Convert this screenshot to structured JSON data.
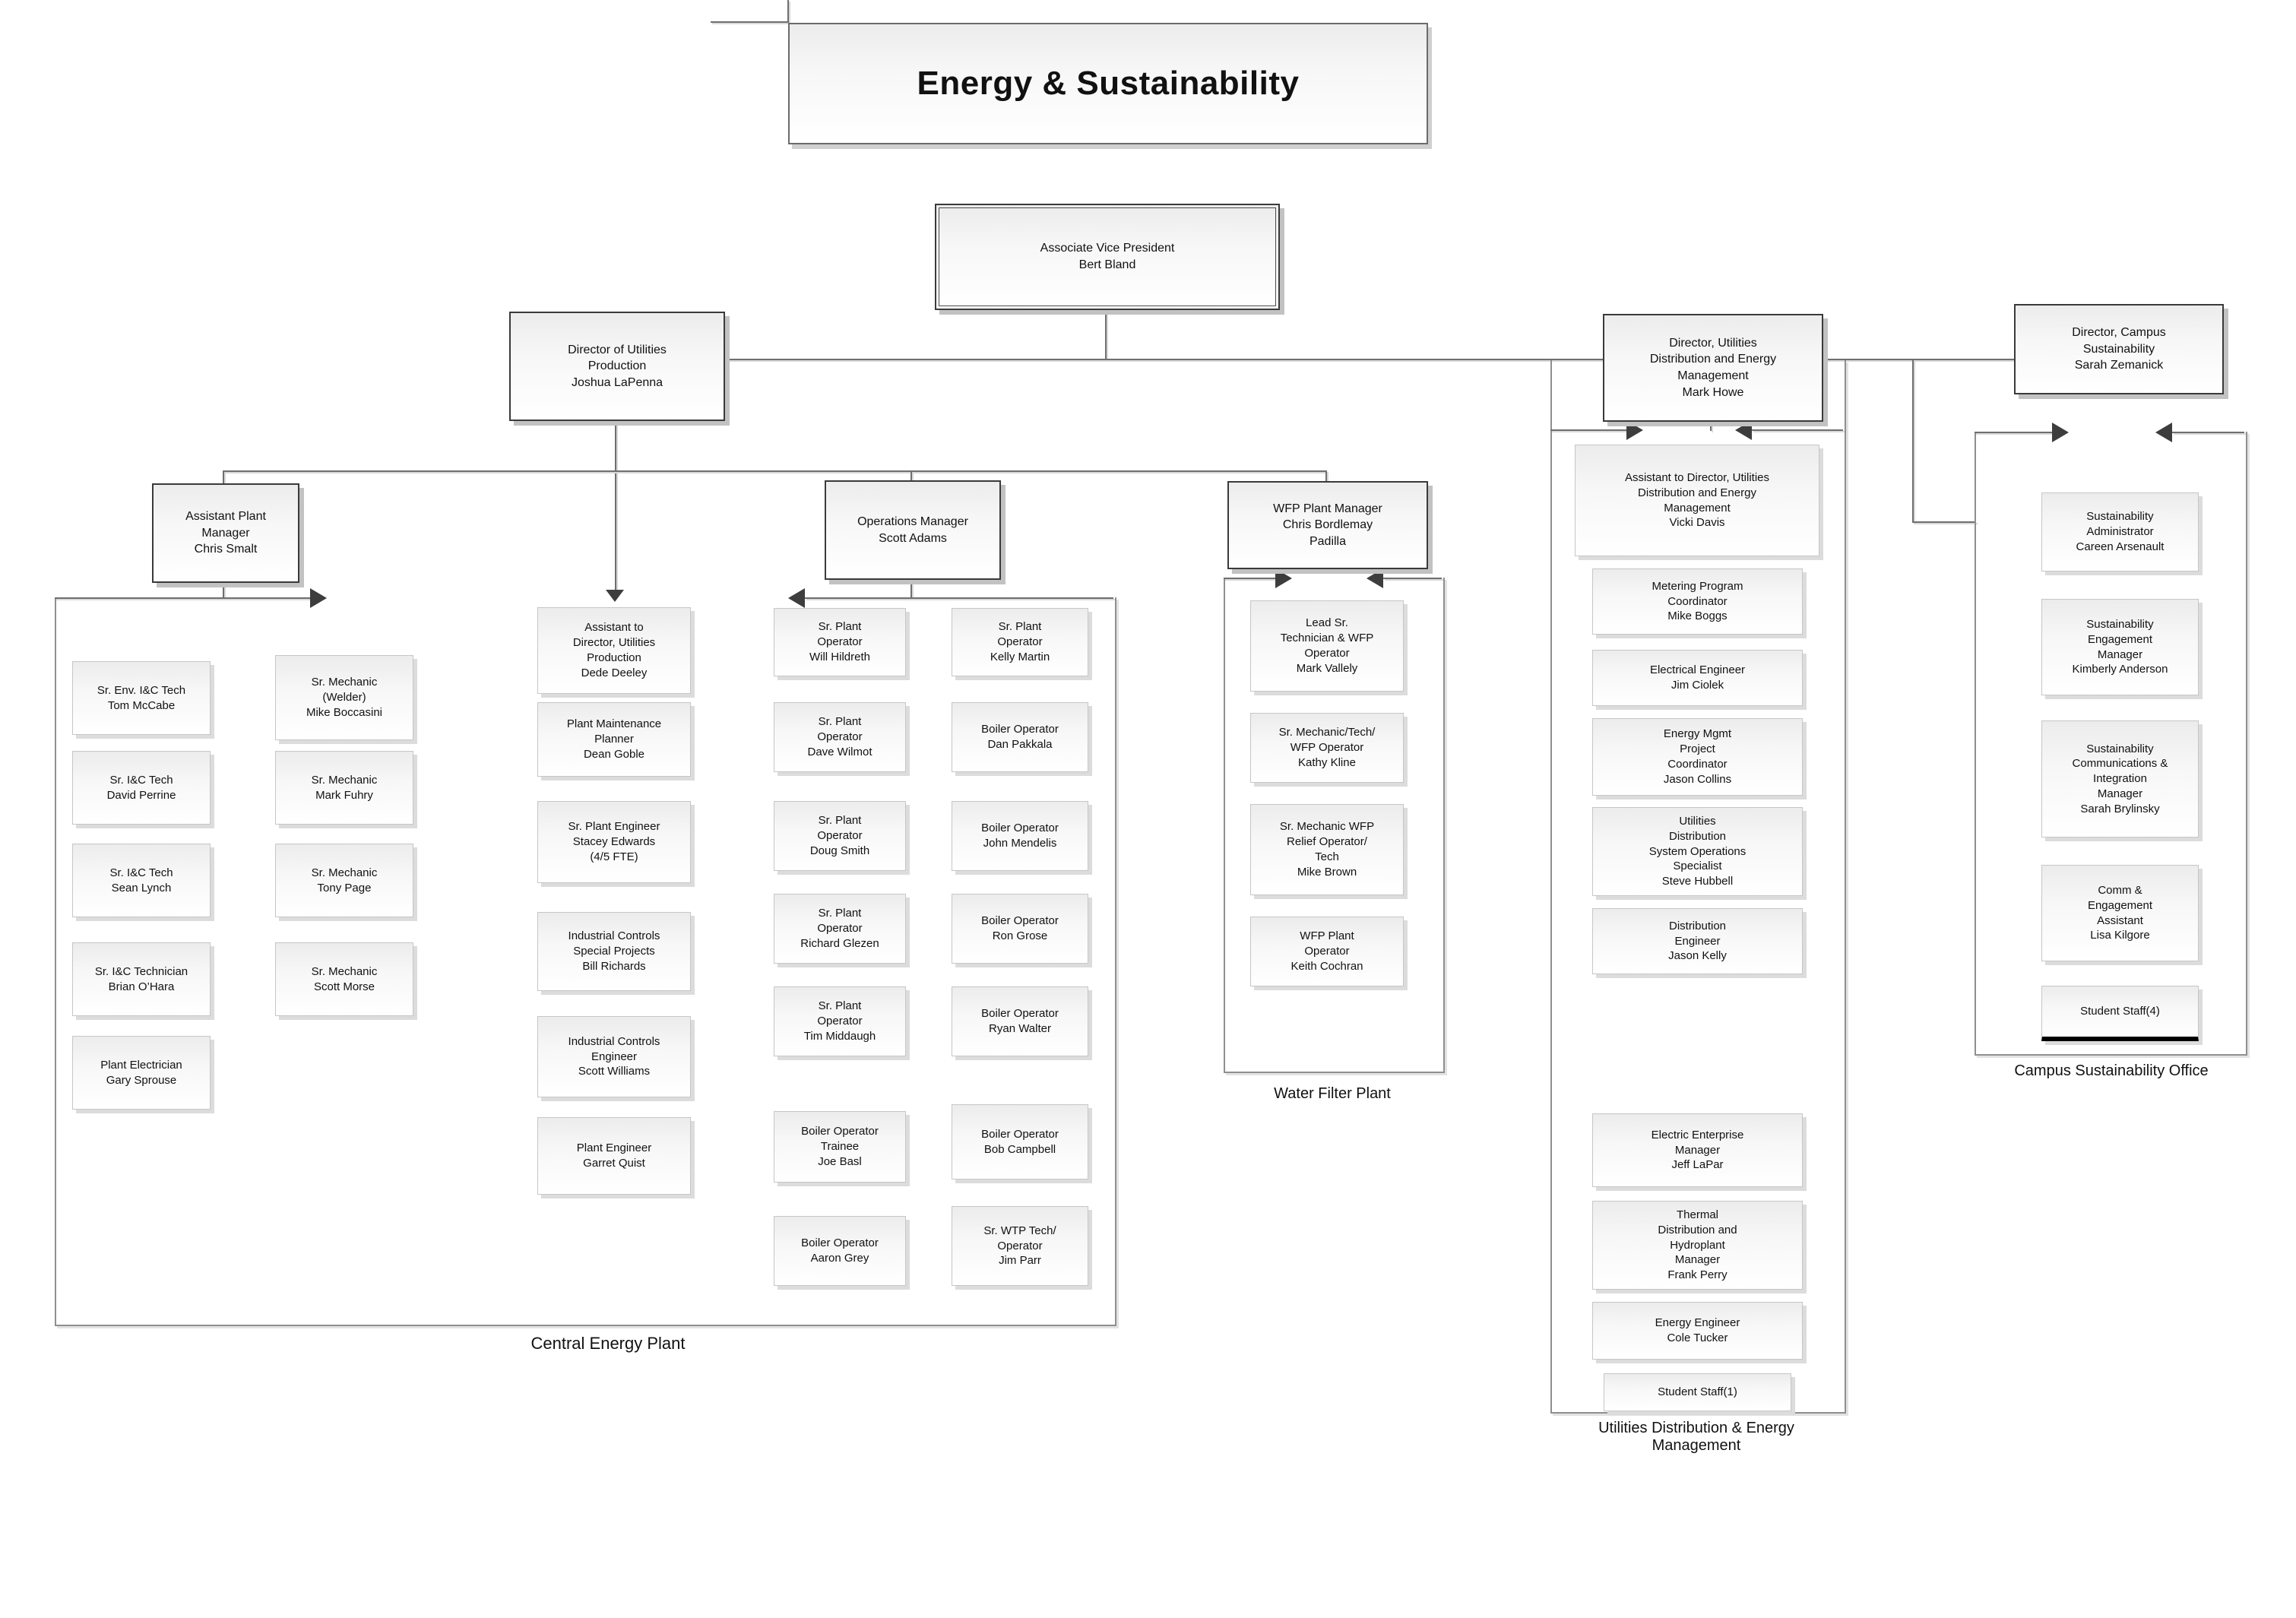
{
  "org": {
    "title": "Energy & Sustainability",
    "avp": "Associate Vice President\nBert Bland",
    "director_production": "Director of Utilities\nProduction\nJoshua LaPenna",
    "director_distribution": "Director, Utilities\nDistribution and Energy\nManagement\nMark Howe",
    "director_campus": "Director, Campus\nSustainability\nSarah Zemanick",
    "assistant_plant_manager": "Assistant Plant\nManager\nChris Smalt",
    "operations_manager": "Operations Manager\nScott Adams",
    "wfp_plant_manager": "WFP Plant Manager\nChris Bordlemay\nPadilla",
    "central_energy_plant": {
      "label": "Central Energy Plant",
      "ic_team": [
        "Sr. Env. I&C Tech\nTom McCabe",
        "Sr. I&C Tech\nDavid Perrine",
        "Sr. I&C Tech\nSean Lynch",
        "Sr. I&C Technician\nBrian O’Hara",
        "Plant Electrician\nGary Sprouse"
      ],
      "mechanics": [
        "Sr. Mechanic\n(Welder)\nMike Boccasini",
        "Sr. Mechanic\nMark Fuhry",
        "Sr. Mechanic\nTony Page",
        "Sr. Mechanic\nScott Morse"
      ],
      "support": [
        "Assistant to\nDirector, Utilities\nProduction\nDede Deeley",
        "Plant Maintenance\nPlanner\nDean Goble",
        "Sr. Plant Engineer\nStacey Edwards\n(4/5 FTE)",
        "Industrial Controls\nSpecial Projects\nBill Richards",
        "Industrial Controls\nEngineer\nScott Williams",
        "Plant Engineer\nGarret Quist"
      ],
      "operators_a": [
        "Sr. Plant\nOperator\nWill Hildreth",
        "Sr. Plant\nOperator\nDave Wilmot",
        "Sr. Plant\nOperator\nDoug Smith",
        "Sr. Plant\nOperator\nRichard Glezen",
        "Sr. Plant\nOperator\nTim Middaugh",
        "Boiler Operator\nTrainee\nJoe Basl",
        "Boiler Operator\nAaron Grey"
      ],
      "operators_b": [
        "Sr. Plant\nOperator\nKelly Martin",
        "Boiler Operator\nDan Pakkala",
        "Boiler Operator\nJohn Mendelis",
        "Boiler Operator\nRon Grose",
        "Boiler Operator\nRyan Walter",
        "Boiler Operator\nBob Campbell",
        "Sr. WTP Tech/\nOperator\nJim Parr"
      ]
    },
    "water_filter_plant": {
      "label": "Water Filter Plant",
      "staff": [
        "Lead Sr.\nTechnician & WFP\nOperator\nMark Vallely",
        "Sr. Mechanic/Tech/\nWFP Operator\nKathy Kline",
        "Sr. Mechanic WFP\nRelief Operator/\nTech\nMike Brown",
        "WFP Plant\nOperator\nKeith Cochran"
      ]
    },
    "utilities_distribution": {
      "label": "Utilities Distribution & Energy\nManagement",
      "assistant": "Assistant to Director, Utilities\nDistribution and Energy\nManagement\nVicki Davis",
      "staff": [
        "Metering Program\nCoordinator\nMike Boggs",
        "Electrical Engineer\nJim Ciolek",
        "Energy Mgmt\nProject\nCoordinator\nJason Collins",
        "Utilities\nDistribution\nSystem Operations\nSpecialist\nSteve Hubbell",
        "Distribution\nEngineer\nJason Kelly",
        "Electric Enterprise\nManager\nJeff LaPar",
        "Thermal\nDistribution and\nHydroplant\nManager\nFrank Perry",
        "Energy Engineer\nCole Tucker",
        "Student Staff(1)"
      ]
    },
    "campus_sustainability": {
      "label": "Campus Sustainability Office",
      "staff": [
        "Sustainability\nAdministrator\nCareen Arsenault",
        "Sustainability\nEngagement\nManager\nKimberly Anderson",
        "Sustainability\nCommunications &\nIntegration\nManager\nSarah Brylinsky",
        "Comm &\nEngagement\nAssistant\nLisa Kilgore",
        "Student Staff(4)"
      ]
    }
  }
}
